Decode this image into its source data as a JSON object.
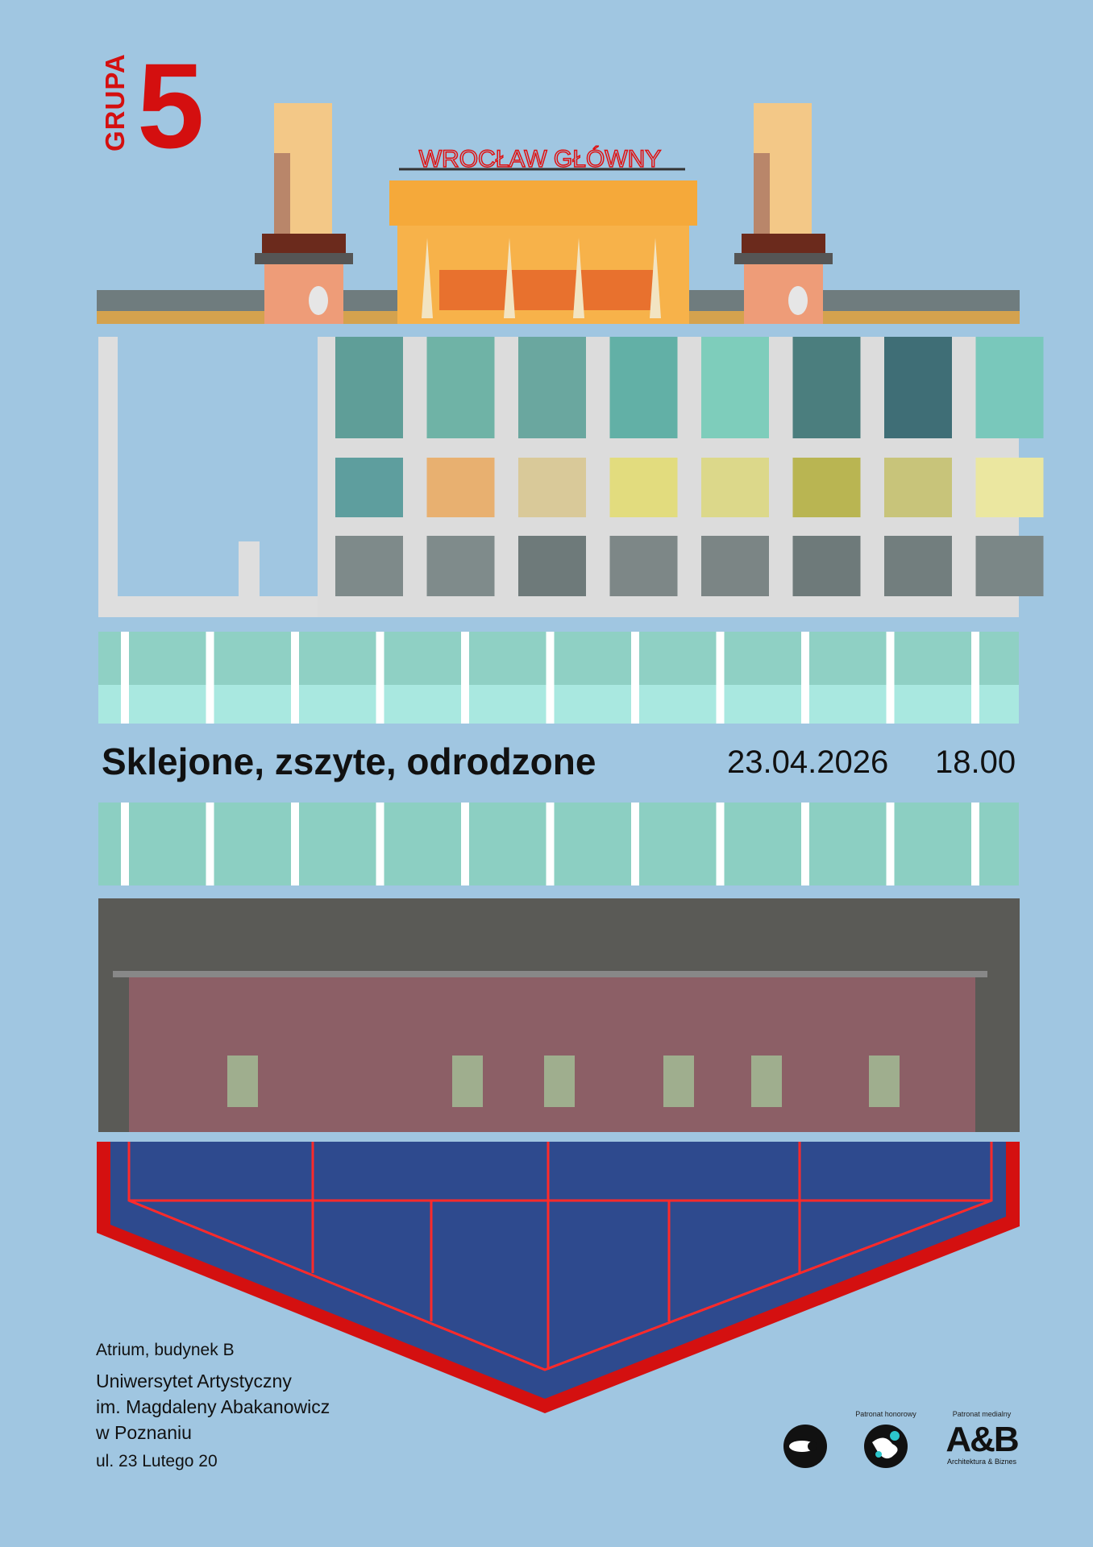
{
  "logo": {
    "word": "GRUPA",
    "number": "5"
  },
  "station_sign": "WROCŁAW GŁÓWNY",
  "event": {
    "title": "Sklejone, zszyte, odrodzone",
    "date": "23.04.2026",
    "time": "18.00"
  },
  "venue": {
    "place": "Atrium, budynek B",
    "institution_lines": [
      "Uniwersytet Artystyczny",
      "im. Magdaleny Abakanowicz",
      "w Poznaniu"
    ],
    "address": "ul. 23 Lutego 20"
  },
  "patrons": {
    "honorary_label": "Patronat honorowy",
    "media_label": "Patronat medialny",
    "media_logo": "A&B",
    "media_name": "Architektura & Biznes"
  },
  "colors": {
    "background": "#a0c6e1",
    "accent_red": "#d40f0f"
  }
}
